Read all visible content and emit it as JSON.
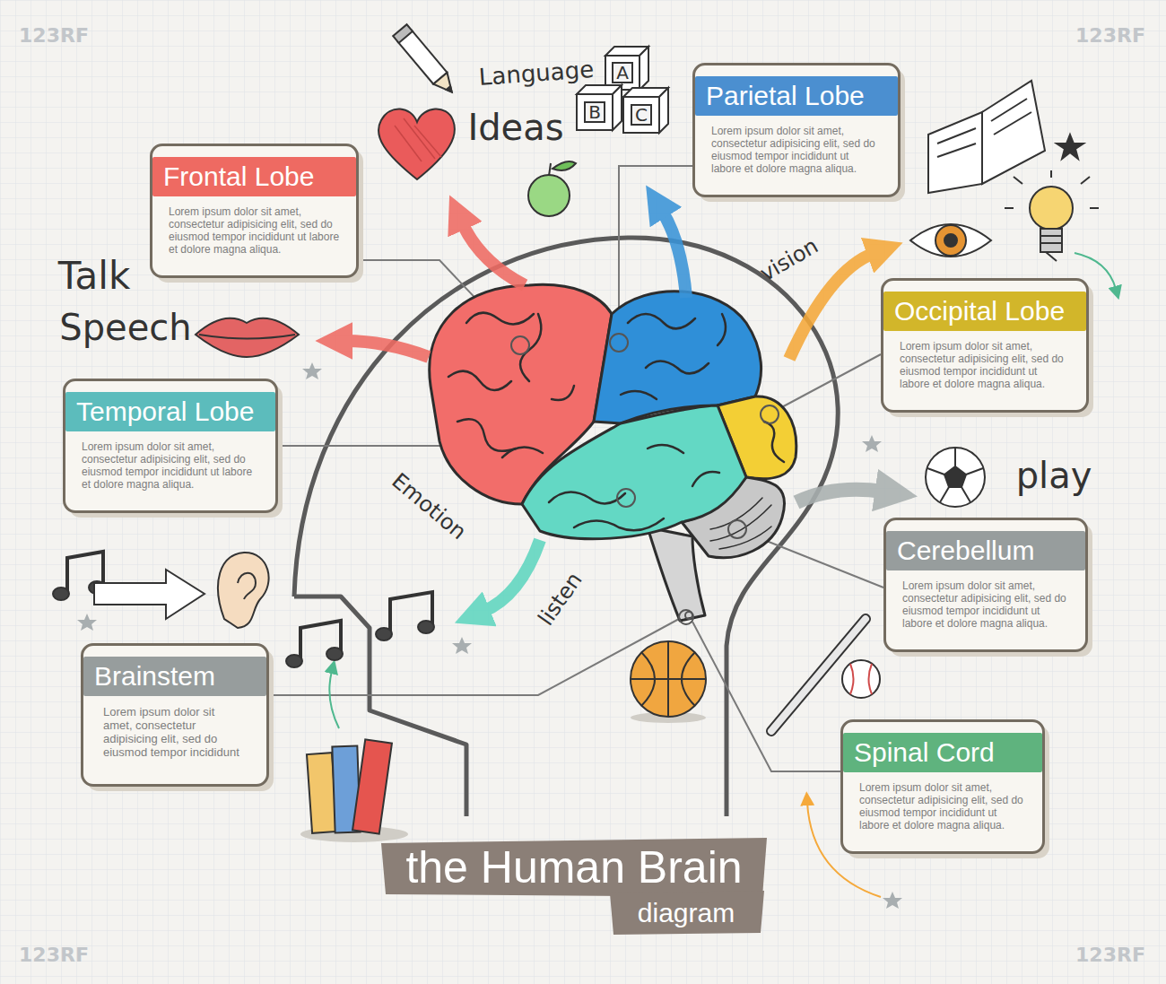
{
  "diagram": {
    "title": "the Human Brain",
    "nodes": [
      {
        "text": [
          "Parietal Lobe",
          "Lorem ipsum dolor sit amet, consectetur adipisicing elit, sed do eiusmod tempor incididunt ut labore et dolore magna aliqua."
        ]
      },
      {
        "text": [
          "Frontal Lobe",
          "Lorem ipsum dolor sit amet, consectetur adipisicing elit, sed do eiusmod tempor incididunt ut labore et dolore magna aliqua."
        ]
      },
      {
        "text": [
          "Occipital Lobe",
          "Lorem ipsum dolor sit amet, consectetur adipisicing elit, sed do eiusmod tempor incididunt ut labore et dolore magna aliqua."
        ]
      },
      {
        "text": [
          "Temporal Lobe",
          "Lorem ipsum dolor sit amet, consectetur adipisicing elit, sed do eiusmod tempor incididunt ut labore et dolore magna aliqua."
        ]
      },
      {
        "text": [
          "Cerebellum",
          "Lorem ipsum dolor sit amet, consectetur adipisicing elit, sed do eiusmod tempor incididunt ut labore et dolore magna aliqua."
        ]
      },
      {
        "text": [
          "Brainstem",
          "Lorem ipsum dolor sit amet, consectetur adipisicing elit, sed do eiusmod tempor incididunt"
        ]
      },
      {
        "text": [
          "Spinal Cord",
          "Lorem ipsum dolor sit amet, consectetur adipisicing elit, sed do eiusmod tempor incididunt ut labore et dolore magna aliqua."
        ]
      }
    ],
    "labels": [
      "Language",
      "Ideas",
      "A",
      "B",
      "C",
      "Talk",
      "Speech",
      "vision",
      "Emotion",
      "listen",
      "play",
      "diagram",
      "123RF",
      "123RF",
      "123RF",
      "123RF"
    ]
  }
}
